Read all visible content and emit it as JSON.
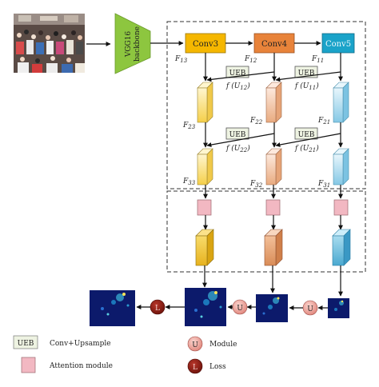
{
  "input": {
    "kind": "crowd-photo"
  },
  "backbone": {
    "line1": "VGG16",
    "line2": "backbone",
    "color": "#8dc63f"
  },
  "conv": [
    {
      "label": "Conv3",
      "color": "#f5b700"
    },
    {
      "label": "Conv4",
      "color": "#e8833a"
    },
    {
      "label": "Conv5",
      "color": "#1aa3c9"
    }
  ],
  "features": {
    "F13": {
      "main": "F",
      "sub": "13"
    },
    "F12": {
      "main": "F",
      "sub": "12"
    },
    "F11": {
      "main": "F",
      "sub": "11"
    },
    "F23": {
      "main": "F",
      "sub": "23"
    },
    "F22": {
      "main": "F",
      "sub": "22"
    },
    "F21": {
      "main": "F",
      "sub": "21"
    },
    "F33": {
      "main": "F",
      "sub": "33"
    },
    "F32": {
      "main": "F",
      "sub": "32"
    },
    "F31": {
      "main": "F",
      "sub": "31"
    }
  },
  "ueb": {
    "label": "UEB",
    "u12": {
      "pre": "f (U",
      "sub": "12",
      "post": ")"
    },
    "u11": {
      "pre": "f (U",
      "sub": "11",
      "post": ")"
    },
    "u22": {
      "pre": "f (U",
      "sub": "22",
      "post": ")"
    },
    "u21": {
      "pre": "f (U",
      "sub": "21",
      "post": ")"
    }
  },
  "module_symbol": "U",
  "loss_symbol": "L",
  "colors": {
    "yellow": "#f7d56b",
    "orange": "#f2bf9a",
    "blue": "#b9e0f0",
    "attention": "#f2b8c2",
    "module": "#f1a9a0",
    "loss": "#8b1a12",
    "ueb_fill": "#eef3e2",
    "density_bg": "#0c1a6b"
  },
  "legend": {
    "ueb_box": "UEB",
    "ueb_text": "Conv+Upsample",
    "attention_text": "Attention module",
    "module_symbol": "U",
    "module_text": "Module",
    "loss_symbol": "L",
    "loss_text": "Loss"
  }
}
